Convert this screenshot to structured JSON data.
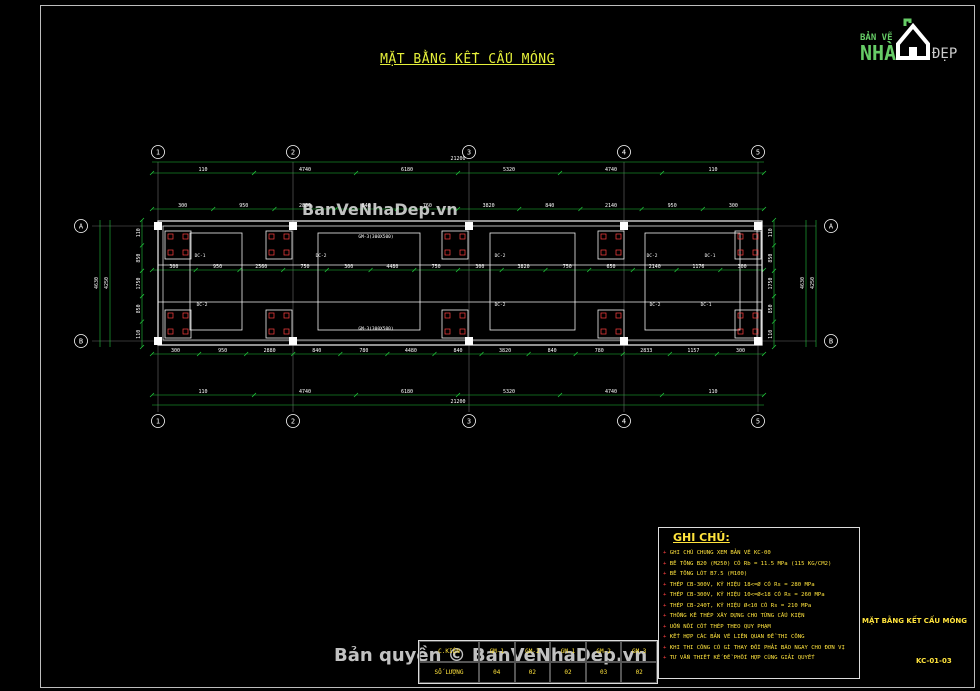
{
  "drawing_title": "MẶT BẰNG KẾT CẤU MÓNG",
  "logo": {
    "line1": "BẢN VẼ",
    "line2": "NHÀ",
    "line3": "ĐẸP"
  },
  "watermarks": {
    "center": "BanVeNhaDep.vn",
    "footer": "Bản quyền © BanVeNhaDep.vn"
  },
  "grid_axes": {
    "vertical": [
      "1",
      "2",
      "3",
      "4",
      "5"
    ],
    "horizontal": [
      "A",
      "B"
    ]
  },
  "dims_top_row1": [
    "110",
    "4740",
    "6180",
    "5320",
    "4740",
    "110"
  ],
  "dims_top_total": "21200",
  "dims_top_row2": [
    "300",
    "950",
    "2880",
    "840",
    "760",
    "3820",
    "840",
    "2140",
    "950",
    "300"
  ],
  "dims_mid": [
    "300",
    "950",
    "2560",
    "750",
    "300",
    "4480",
    "750",
    "300",
    "3820",
    "750",
    "650",
    "2140",
    "1176",
    "300"
  ],
  "dims_bot_row1": [
    "300",
    "950",
    "2880",
    "840",
    "780",
    "4480",
    "840",
    "3820",
    "840",
    "780",
    "2833",
    "1157",
    "300"
  ],
  "dims_bot_row2": [
    "110",
    "4740",
    "6180",
    "5320",
    "4740",
    "110"
  ],
  "dims_bot_total": "21200",
  "dims_left": [
    "110",
    "850",
    "1750",
    "850",
    "110"
  ],
  "dims_left_total": [
    "4630",
    "4250"
  ],
  "dims_right": [
    "110",
    "850",
    "1750",
    "850",
    "110"
  ],
  "dims_right_total": [
    "4630",
    "4250"
  ],
  "beam_labels": [
    "DC-1",
    "DC-2",
    "DC-2",
    "DC-2",
    "DC-1",
    "DC-2",
    "DC-2",
    "DC-2",
    "DC-1",
    "GM-3(300X500)",
    "GM-3(300X500)"
  ],
  "notes": {
    "heading": "GHI CHÚ:",
    "items": [
      "GHI CHÚ CHUNG XEM BẢN VẼ KC-00",
      "BÊ TÔNG B20 (M250) CÓ Rb = 11.5 MPa (115 KG/CM2)",
      "BÊ TÔNG LÓT B7.5 (M100)",
      "THÉP CB-300V, KÝ HIỆU 18<=Ø CÓ Rs = 280 MPa",
      "THÉP CB-300V, KÝ HIỆU 10<=Ø<18 CÓ Rs = 260 MPa",
      "THÉP CB-240T, KÝ HIỆU Ø<10 CÓ Rs = 210 MPa",
      "THỐNG KÊ THÉP XÂY DỰNG CHO TỪNG CẤU KIỆN",
      "UỐN NỐI CỐT THÉP THEO QUY PHẠM",
      "KẾT HỢP CÁC BẢN VẼ LIÊN QUAN ĐỂ THI CÔNG",
      "KHI THI CÔNG CÓ GÌ THAY ĐỔI PHẢI BÁO NGAY CHO ĐƠN VỊ",
      "TƯ VẤN THIẾT KẾ ĐỂ PHỐI HỢP CÙNG GIẢI QUYẾT"
    ]
  },
  "table": {
    "header": [
      "C.KIỆN",
      "GM-1",
      "GM-2",
      "GM-1",
      "GM-2",
      "GM-3"
    ],
    "row": [
      "SỐ LƯỢNG",
      "04",
      "02",
      "02",
      "03",
      "02"
    ]
  },
  "drawing_name": "MẶT BẰNG KẾT CẤU MÓNG",
  "drawing_code": "KC-01-03",
  "colors": {
    "dim": "#21c43b",
    "structure": "#f2f2f2",
    "text": "#ffe33d",
    "accent": "#ff4040"
  }
}
